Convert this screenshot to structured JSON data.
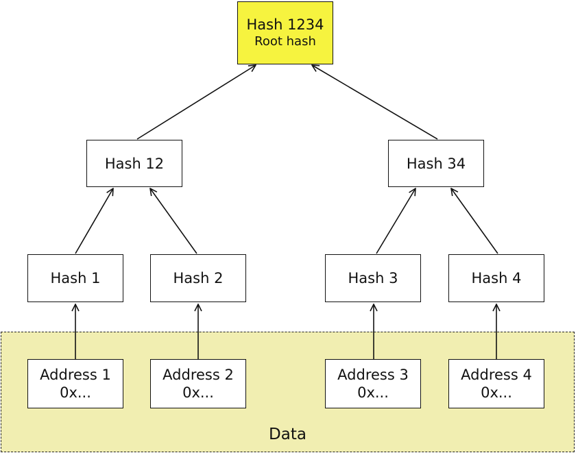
{
  "region": {
    "label": "Data"
  },
  "nodes": {
    "root": {
      "line1": "Hash 1234",
      "line2": "Root hash"
    },
    "h12": {
      "line1": "Hash 12"
    },
    "h34": {
      "line1": "Hash 34"
    },
    "h1": {
      "line1": "Hash 1"
    },
    "h2": {
      "line1": "Hash 2"
    },
    "h3": {
      "line1": "Hash 3"
    },
    "h4": {
      "line1": "Hash 4"
    },
    "a1": {
      "line1": "Address 1",
      "line2": "0x..."
    },
    "a2": {
      "line1": "Address 2",
      "line2": "0x..."
    },
    "a3": {
      "line1": "Address 3",
      "line2": "0x..."
    },
    "a4": {
      "line1": "Address 4",
      "line2": "0x..."
    }
  },
  "edges": [
    {
      "from": "h12",
      "to": "root"
    },
    {
      "from": "h34",
      "to": "root"
    },
    {
      "from": "h1",
      "to": "h12"
    },
    {
      "from": "h2",
      "to": "h12"
    },
    {
      "from": "h3",
      "to": "h34"
    },
    {
      "from": "h4",
      "to": "h34"
    },
    {
      "from": "a1",
      "to": "h1"
    },
    {
      "from": "a2",
      "to": "h2"
    },
    {
      "from": "a3",
      "to": "h3"
    },
    {
      "from": "a4",
      "to": "h4"
    }
  ],
  "colors": {
    "root_fill": "#f6f33f",
    "data_region_fill": "#f1eeb1",
    "stroke": "#111111"
  }
}
